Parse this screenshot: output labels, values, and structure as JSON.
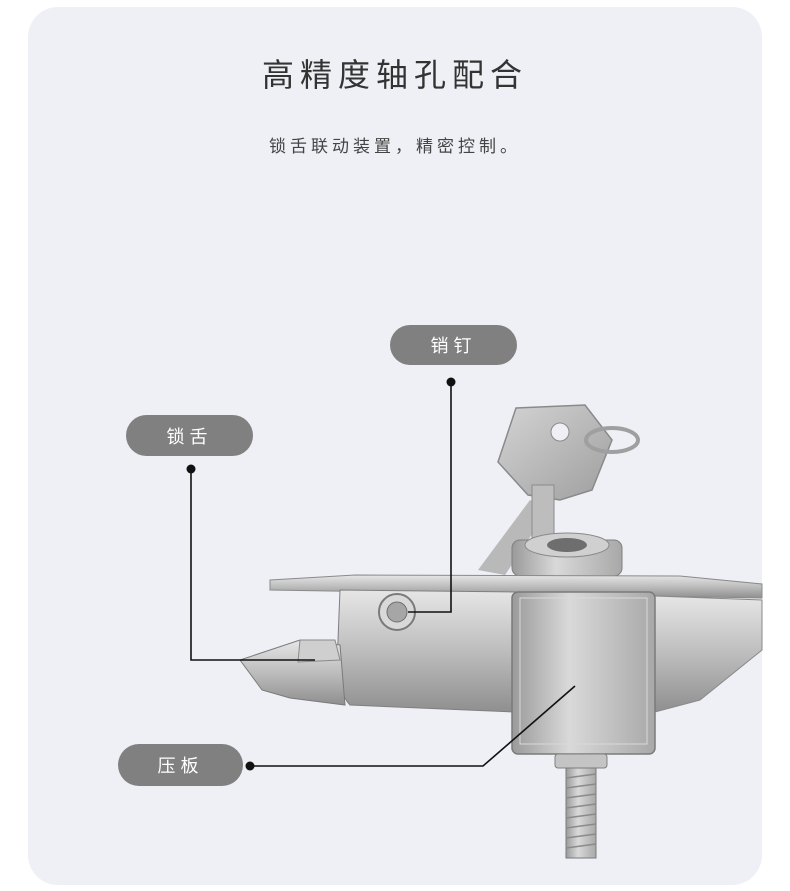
{
  "heading": {
    "title": "高精度轴孔配合",
    "subtitle": "锁舌联动装置，精密控制。"
  },
  "callouts": {
    "pin": "销钉",
    "tongue": "锁舌",
    "plate": "压板"
  },
  "colors": {
    "card_background": "#eef0f5",
    "pill_background": "#808080",
    "metal": "#c9c9c9"
  }
}
